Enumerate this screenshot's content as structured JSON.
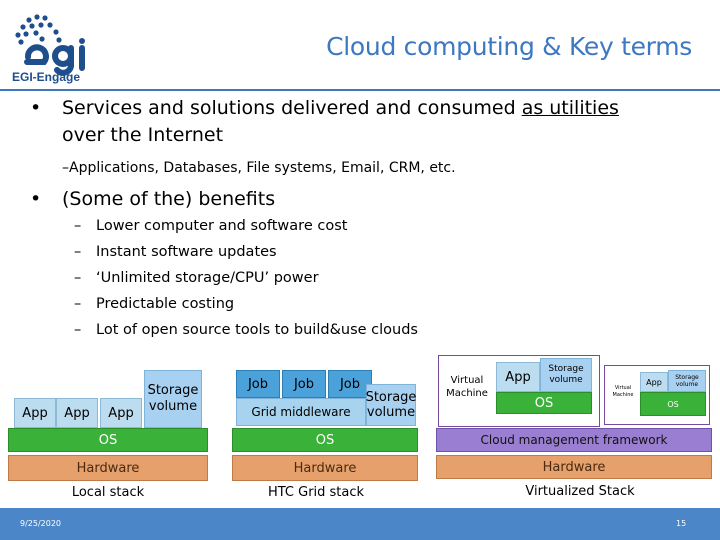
{
  "header": {
    "logo_text": "EGI-Engage",
    "title": "Cloud computing & Key terms"
  },
  "bullets": {
    "b1_prefix": "Services and solutions delivered and consumed ",
    "b1_underlined": "as utilities",
    "b1_line2": "over the Internet",
    "b1_sub": "Applications, Databases, File systems, Email, CRM, etc.",
    "b2": "(Some of the) benefits",
    "benefits": [
      "Lower computer and software cost",
      "Instant software updates",
      "‘Unlimited storage/CPU’ power",
      "Predictable costing",
      "Lot of open source tools to build&use clouds"
    ]
  },
  "diagram": {
    "local": {
      "apps": [
        "App",
        "App",
        "App"
      ],
      "storage": "Storage volume",
      "os": "OS",
      "hardware": "Hardware",
      "caption": "Local stack"
    },
    "grid": {
      "jobs": [
        "Job",
        "Job",
        "Job"
      ],
      "middleware": "Grid middleware",
      "storage": "Storage volume",
      "os": "OS",
      "hardware": "Hardware",
      "caption": "HTC Grid stack"
    },
    "virtual": {
      "vm_label": "Virtual Machine",
      "app": "App",
      "storage": "Storage volume",
      "os": "OS",
      "vm_label_small": "Virtual Machine",
      "app_small": "App",
      "storage_small": "Storage volume",
      "os_small": "OS",
      "framework": "Cloud management framework",
      "hardware": "Hardware",
      "caption": "Virtualized Stack"
    }
  },
  "footer": {
    "date": "9/25/2020",
    "page": "15"
  },
  "colors": {
    "accent": "#3d78c0",
    "os_green": "#3ab23a",
    "hardware_orange": "#e5a06c",
    "framework_purple": "#9a7ed2"
  }
}
